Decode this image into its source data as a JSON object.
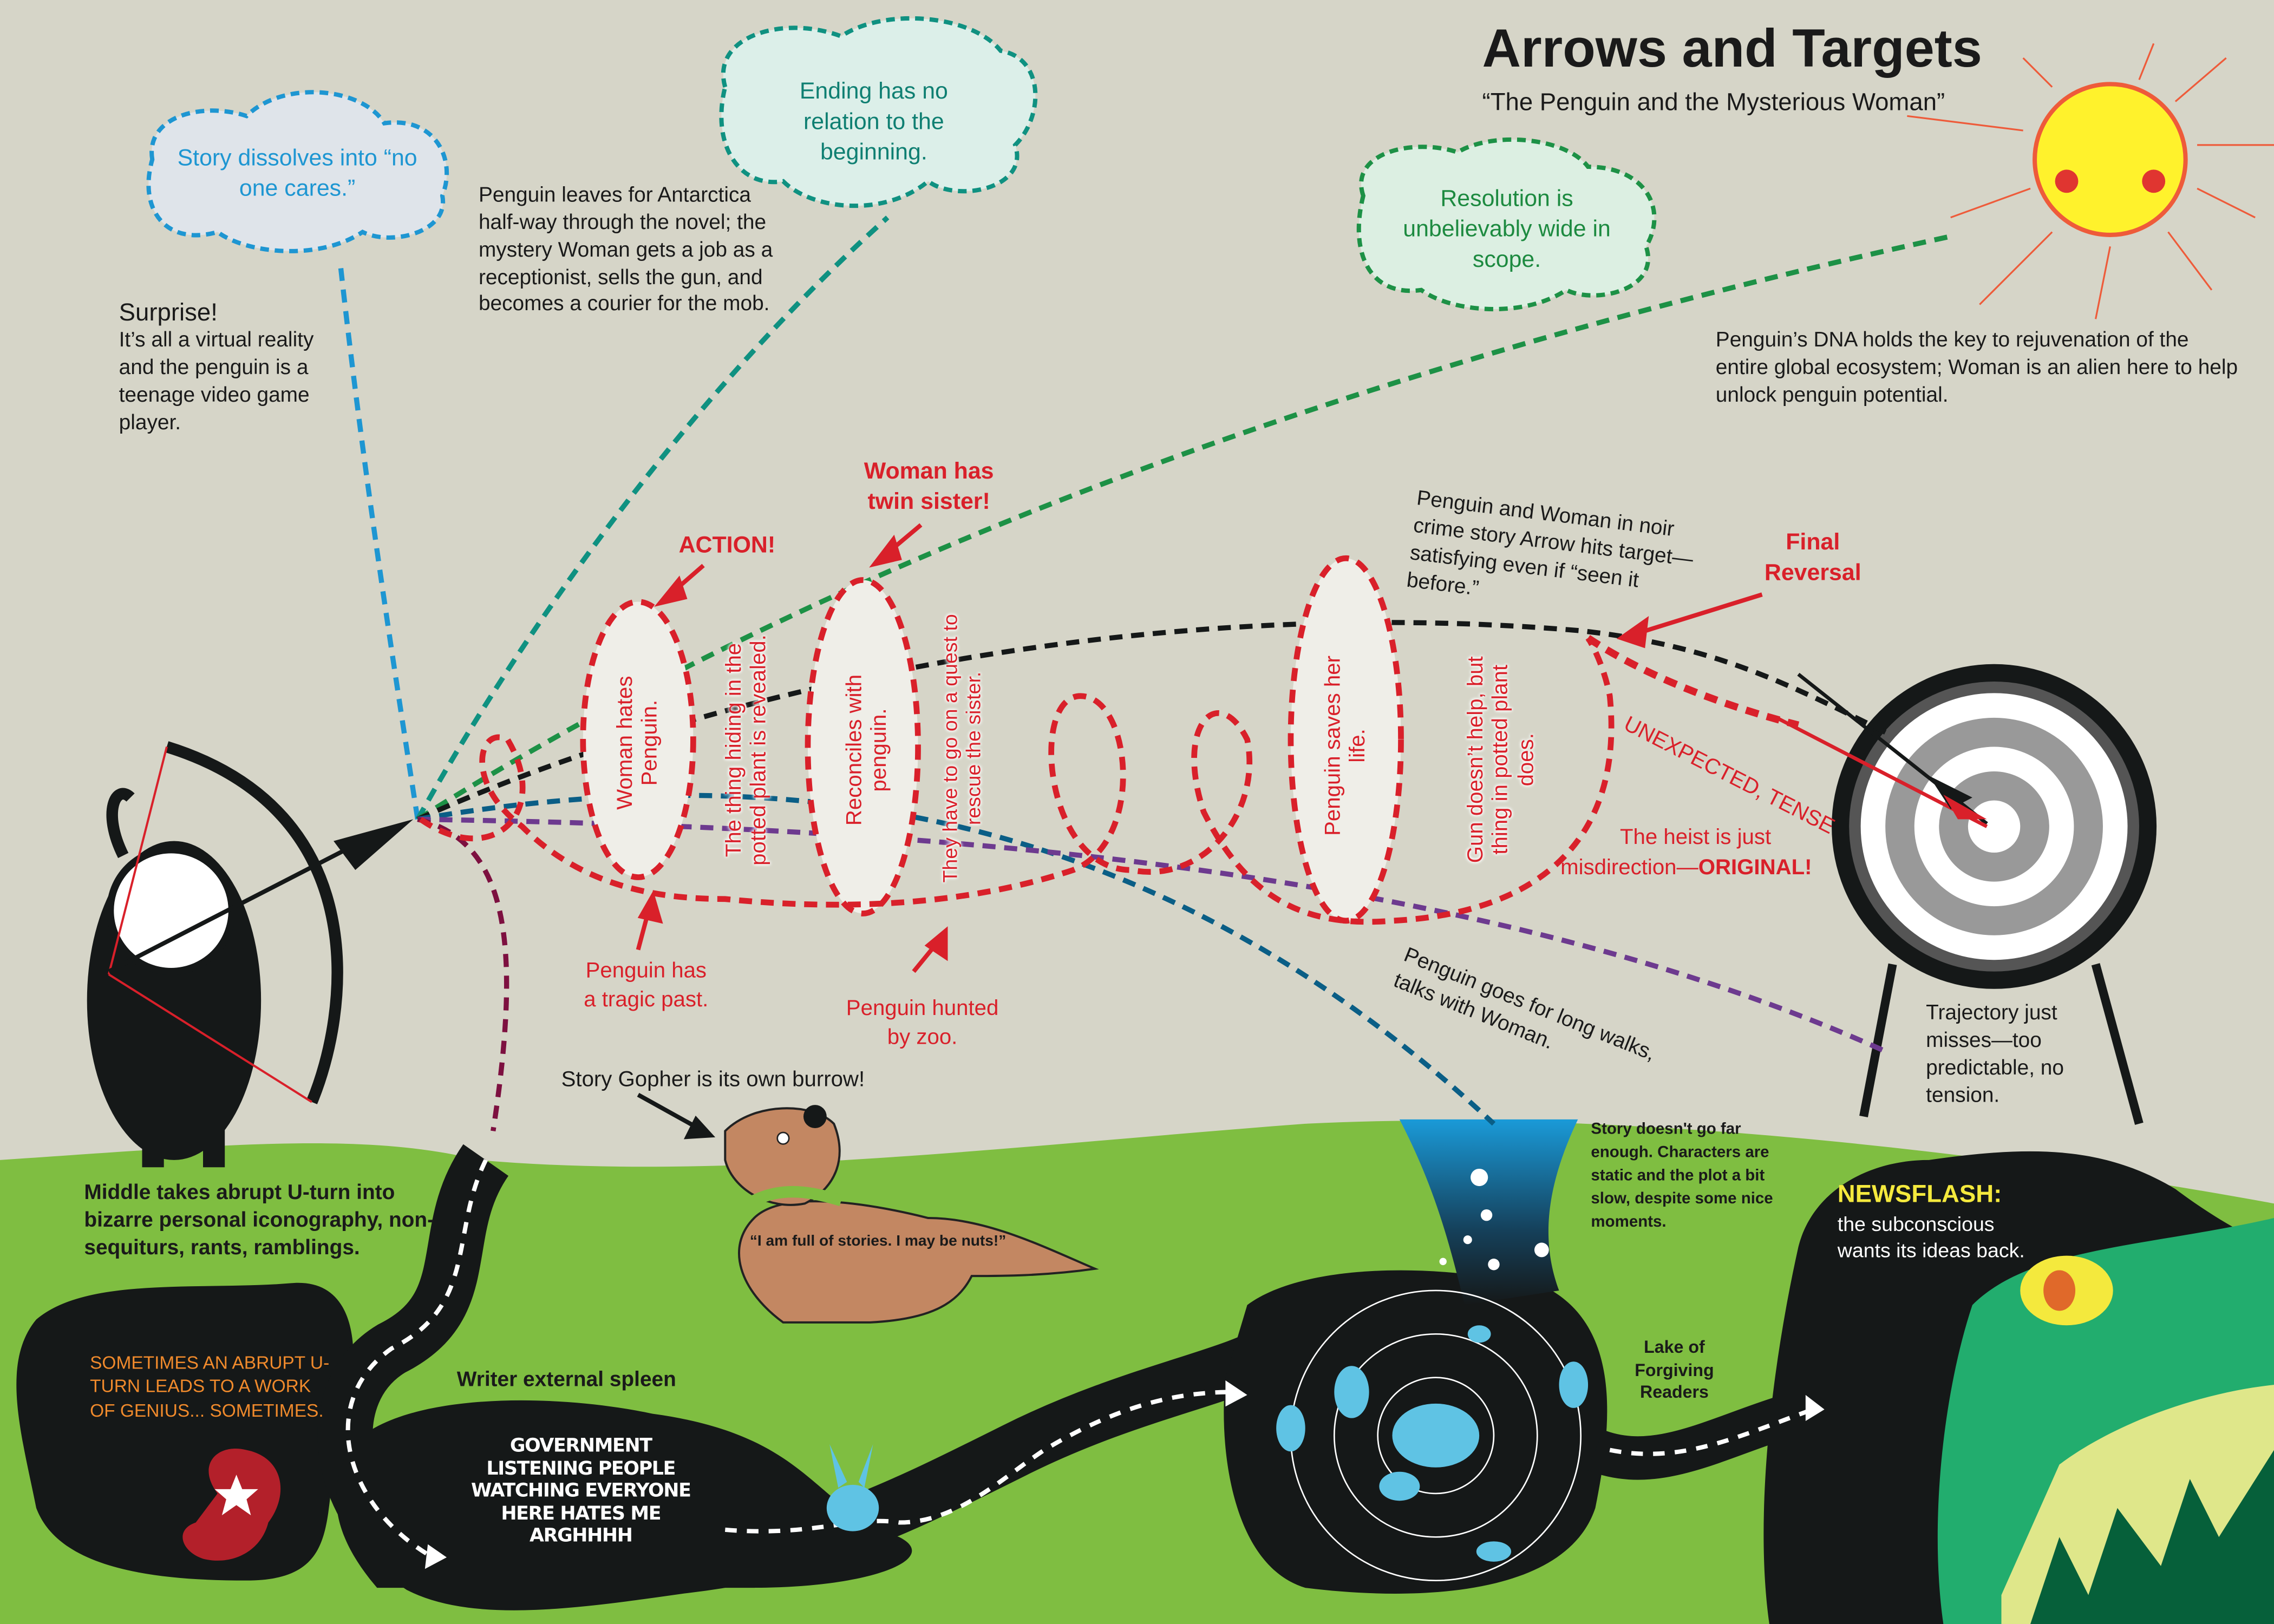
{
  "title": "Arrows and Targets",
  "subtitle": "“The Penguin and the Mysterious Woman”",
  "clouds": {
    "dissolves": "Story dissolves into “no one cares.”",
    "ending": "Ending has no relation to the beginning.",
    "resolution": "Resolution is unbelievably wide in scope."
  },
  "surprise": {
    "heading": "Surprise!",
    "body": "It’s all a virtual reality and the penguin is a teenage video game player."
  },
  "antarctica": "Penguin leaves for Antarctica half-way through the novel; the mystery Woman gets a job as a receptionist, sells the gun, and becomes a courier for the mob.",
  "dna": "Penguin’s DNA holds the key to rejuvenation of the entire global ecosystem; Woman is an alien here to help unlock penguin potential.",
  "noir": "Penguin and Woman in noir crime story Arrow hits target—satisfying even if “seen it before.”",
  "labels": {
    "action": "ACTION!",
    "twin": "Woman has twin sister!",
    "final": "Final Reversal",
    "unexpected": "UNEXPECTED, TENSE",
    "heist1": "The heist is just",
    "heist2": "misdirection—",
    "heist3": "ORIGINAL!",
    "tragic": "Penguin has a tragic past.",
    "zoo": "Penguin hunted by zoo.",
    "walks": "Penguin goes for long walks, talks with Woman.",
    "misses": "Trajectory just misses—too predictable, no tension."
  },
  "loops": {
    "hates": "Woman hates Penguin.",
    "thing": "The thing hiding in the potted plant is revealed.",
    "reconciles": "Reconciles with penguin.",
    "quest": "They have to go on a quest to rescue the sister.",
    "saves": "Penguin saves her life.",
    "gun": "Gun doesn’t help, but thing in potted plant does."
  },
  "gopher": {
    "caption": "Story Gopher is its own burrow!",
    "quote": "“I am full of stories. I may be nuts!”"
  },
  "uturn": "Middle takes abrupt U-turn into bizarre personal iconography, non-sequiturs, rants, ramblings.",
  "genius": "SOMETIMES AN ABRUPT U-TURN LEADS TO A WORK OF GENIUS... SOMETIMES.",
  "spleen": {
    "label": "Writer external spleen",
    "rant": "GOVERNMENT LISTENING PEOPLE WATCHING EVERYONE HERE HATES ME ARGHHHH"
  },
  "not_far": "Story doesn't go far enough. Characters are static and the plot a bit slow, despite some nice moments.",
  "lake": "Lake of Forgiving Readers",
  "newsflash": {
    "heading": "NEWSFLASH:",
    "body": "the subconscious wants its ideas back."
  },
  "colors": {
    "bg": "#d6d5c8",
    "grass": "#7fbe41",
    "red": "#d9202a",
    "ink": "#151818",
    "dino": "#22ad6e"
  }
}
